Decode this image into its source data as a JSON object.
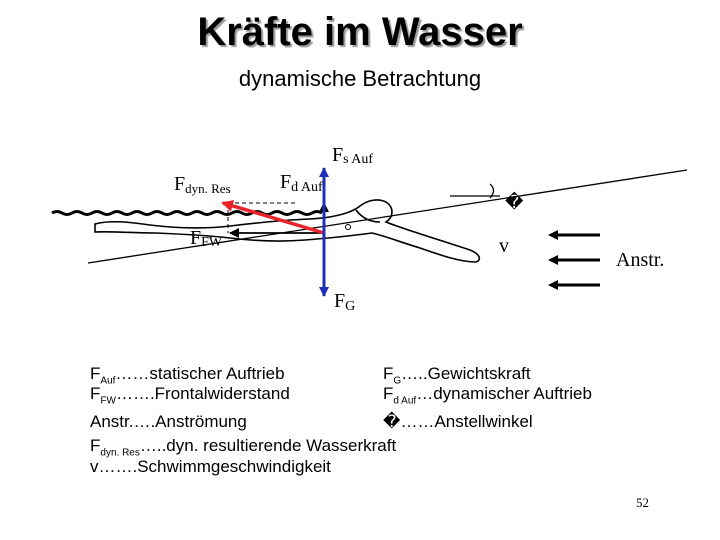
{
  "title": "Kräfte im Wasser",
  "subtitle": "dynamische Betrachtung",
  "diagram": {
    "label_fdyn_res": {
      "main": "F",
      "sub": "dyn. Res"
    },
    "label_fd_auf": {
      "main": "F",
      "sub": "d Auf"
    },
    "label_fs_auf": {
      "main": "F",
      "sub": "s Auf"
    },
    "label_ffw": {
      "main": "F",
      "sub": "FW"
    },
    "label_fg": {
      "main": "F",
      "sub": "G"
    },
    "label_angle": "�",
    "label_v": "v",
    "label_anstr": "Anstr.",
    "colors": {
      "resultant_arrow": "#e8232a",
      "vertical_force": "#1f2fb8",
      "lines": "#000000"
    }
  },
  "legend": {
    "fauf": {
      "main": "F",
      "sub": "Auf",
      "text": "……statischer Auftrieb"
    },
    "ffw": {
      "main": "F",
      "sub": "FW",
      "text": "…….Frontalwiderstand"
    },
    "fg": {
      "main": "F",
      "sub": "G",
      "text": "…..Gewichtskraft"
    },
    "fdauf": {
      "main": "F",
      "sub": "d Auf",
      "text": "…dynamischer Auftrieb"
    },
    "anstr": "Anstr.….Anströmung",
    "alpha": {
      "symbol": "�",
      "text": "……Anstellwinkel"
    },
    "fdynres": {
      "main": "F",
      "sub": "dyn. Res",
      "text": "…..dyn. resultierende Wasserkraft"
    },
    "v": "v…….Schwimmgeschwindigkeit"
  },
  "page_number": "52"
}
